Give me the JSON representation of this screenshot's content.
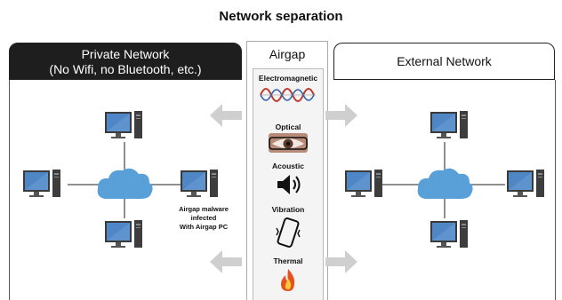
{
  "title": "Network separation",
  "private_network": {
    "line1": "Private Network",
    "line2": "(No Wifi, no Bluetooth, etc.)"
  },
  "external_network": {
    "label": "External Network"
  },
  "airgap": {
    "label": "Airgap",
    "channels": [
      {
        "label": "Electromagnetic",
        "icon": "wave-icon"
      },
      {
        "label": "Optical",
        "icon": "eye-icon"
      },
      {
        "label": "Acoustic",
        "icon": "speaker-icon"
      },
      {
        "label": "Vibration",
        "icon": "phone-vibrate-icon"
      },
      {
        "label": "Thermal",
        "icon": "flame-icon"
      }
    ]
  },
  "infected_note": {
    "line1": "Airgap malware",
    "line2": "infected",
    "line3": "With Airgap PC"
  },
  "colors": {
    "computer_screen": "#4f86c6",
    "cloud": "#5aa0d8",
    "arrow": "#cfcfcf",
    "private_header": "#1e1e1e"
  }
}
